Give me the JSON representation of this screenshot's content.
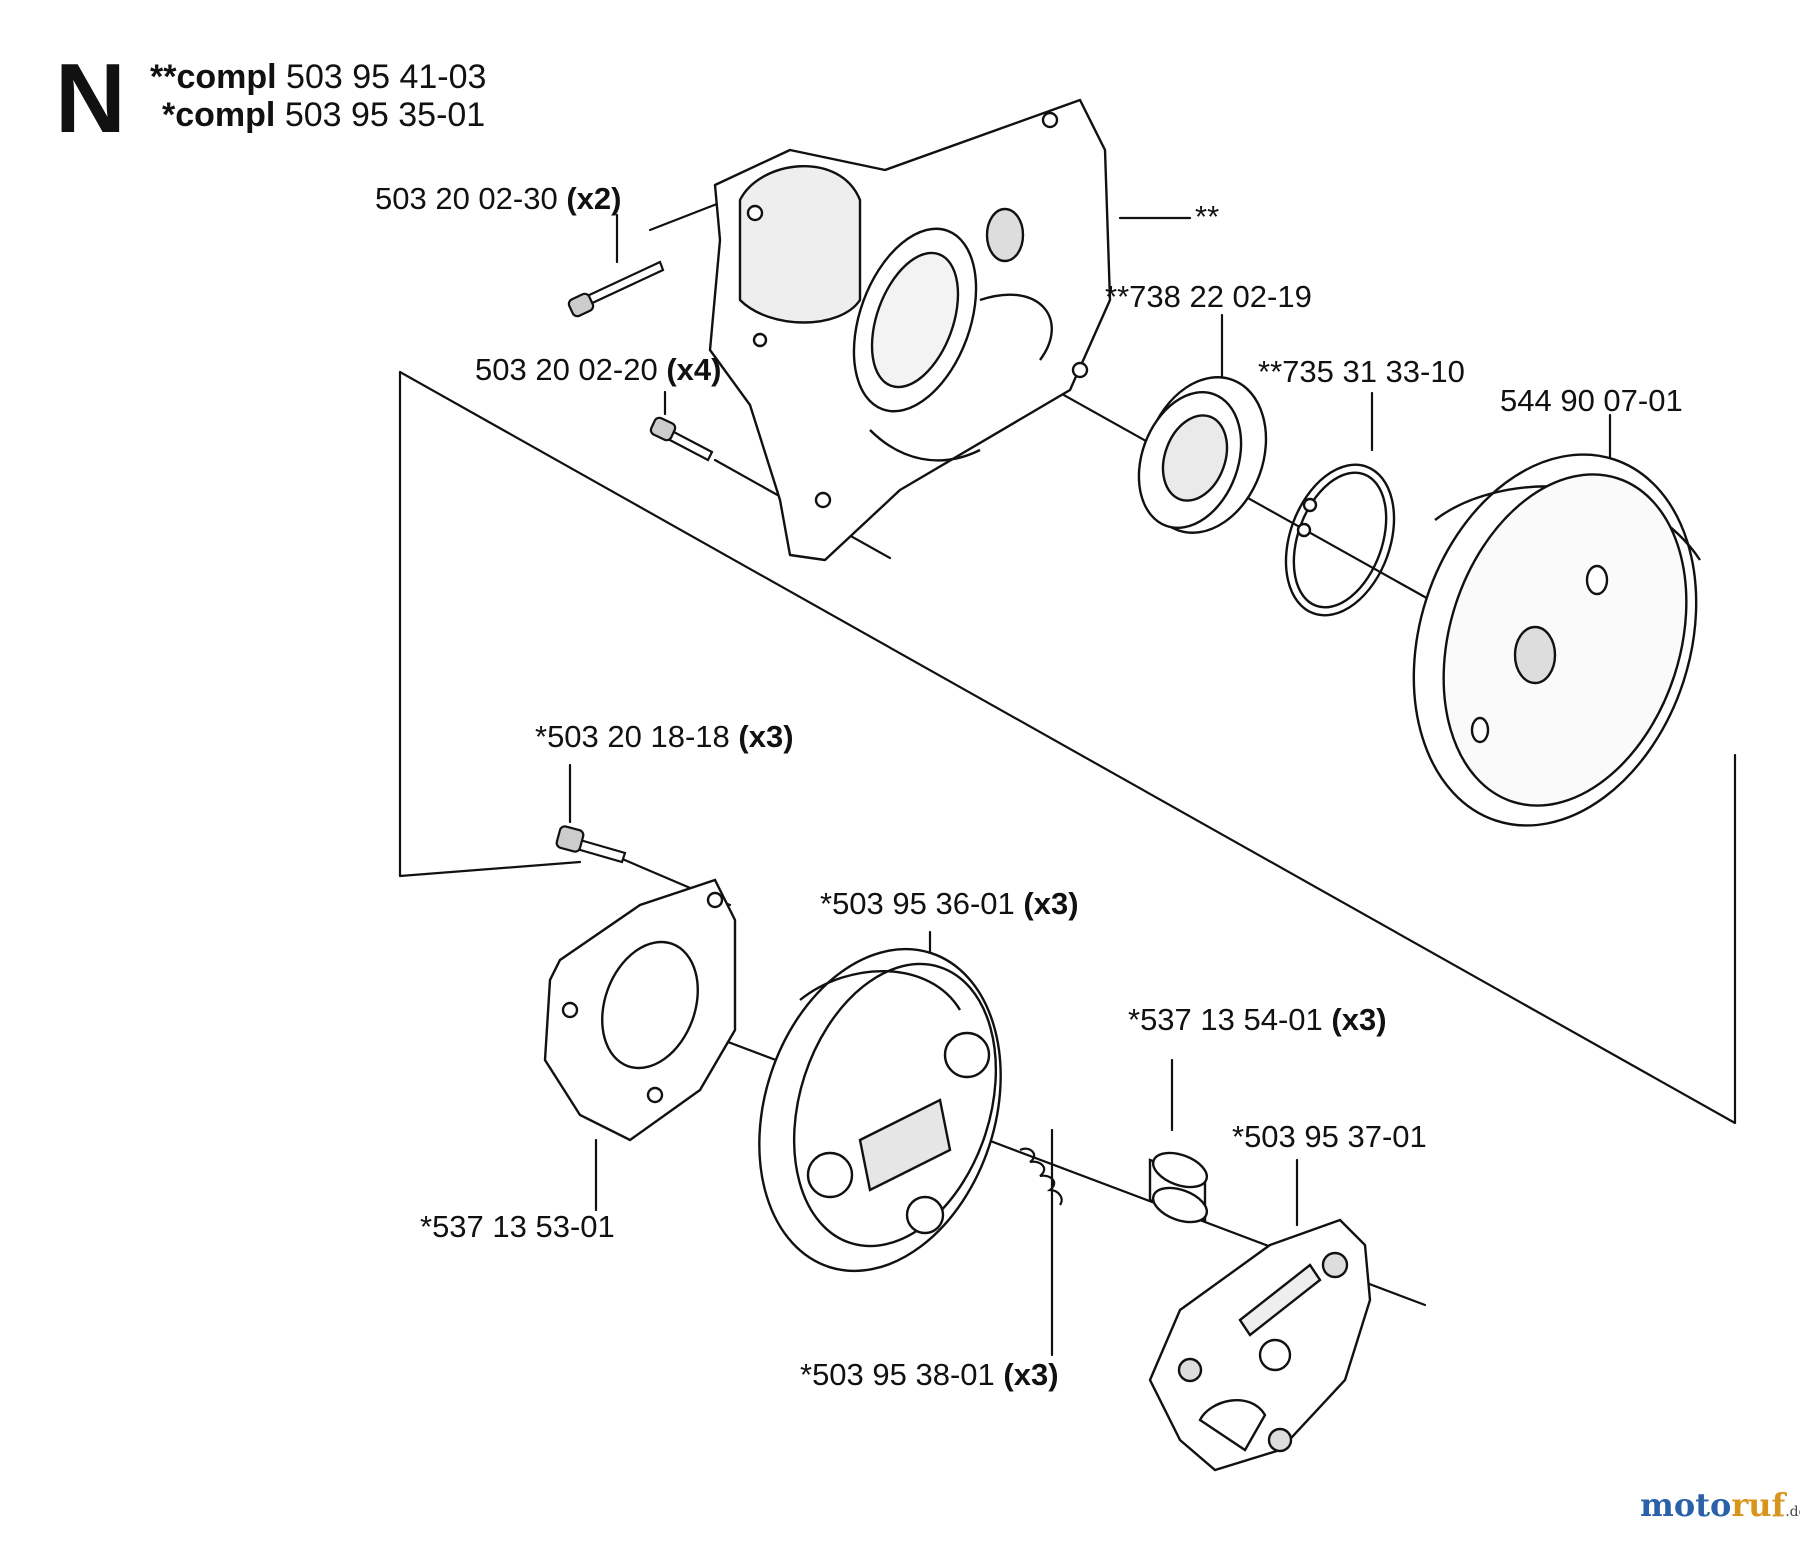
{
  "diagram": {
    "section_letter": "N",
    "assemblies": [
      {
        "prefix": "**compl",
        "number": "503 95 41-03"
      },
      {
        "prefix": "*compl",
        "number": "503 95 35-01"
      }
    ],
    "parts": {
      "screw_top": {
        "number": "503 20 02-30",
        "qty": "(x2)"
      },
      "screw_small": {
        "number": "503 20 02-20",
        "qty": "(x4)"
      },
      "housing_ref": {
        "number": "**"
      },
      "bearing": {
        "number": "**738 22 02-19"
      },
      "circlip": {
        "number": "**735 31 33-10"
      },
      "drum": {
        "number": "544 90 07-01"
      },
      "clutch_bolt": {
        "number": "*503 20 18-18",
        "qty": "(x3)"
      },
      "shoe": {
        "number": "*503 95 36-01",
        "qty": "(x3)"
      },
      "bushing": {
        "number": "*537 13 54-01",
        "qty": "(x3)"
      },
      "hub": {
        "number": "*503 95 37-01"
      },
      "washer": {
        "number": "*537 13 53-01"
      },
      "spring": {
        "number": "*503 95 38-01",
        "qty": "(x3)"
      }
    },
    "watermark": {
      "part1": "moto",
      "part2": "ruf",
      "part3": ".de"
    }
  }
}
